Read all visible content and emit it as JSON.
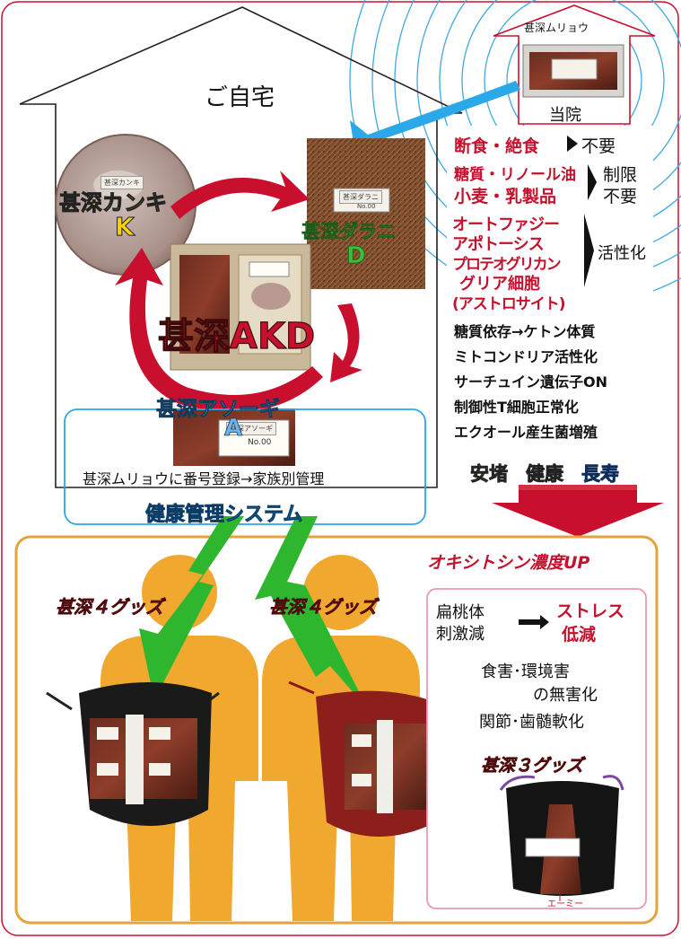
{
  "home": {
    "title": "ご自宅"
  },
  "clinic": {
    "device_label": "甚深ムリョウ",
    "name": "当院"
  },
  "goods": {
    "kanki": {
      "name": "甚深カンキ",
      "letter": "K",
      "tag": "甚深カンキ"
    },
    "darani": {
      "name": "甚深ダラニ",
      "letter": "D",
      "tag": "甚深ダラニ",
      "tag_no": "No.00"
    },
    "asogi": {
      "name": "甚深アソーギ",
      "letter": "A",
      "tag": "甚深アソーギ",
      "tag_no": "No.00"
    },
    "akd": "甚深AKD"
  },
  "registration": "甚深ムリョウに番号登録→家族別管理",
  "system": "健康管理システム",
  "benefits": {
    "fasting": {
      "text": "断食・絶食",
      "result": "不要"
    },
    "restriction": {
      "line1": "糖質・リノール油",
      "line2": "小麦・乳製品",
      "result_line1": "制限",
      "result_line2": "不要"
    },
    "activation": {
      "lines": [
        "オートファジー",
        "アポトーシス",
        "プロテオグリカン",
        "グリア細胞",
        "(アストロサイト)"
      ],
      "result": "活性化"
    },
    "effects": [
      "糖質依存→ケトン体質",
      "ミトコンドリア活性化",
      "サーチュイン遺伝子ON",
      "制御性T細胞正常化",
      "エクオール産生菌増殖"
    ]
  },
  "outcome": {
    "w1": "安堵",
    "w2": "健康",
    "w3": "長寿"
  },
  "family": {
    "oxytocin": "オキシトシン濃度UP",
    "goods4_left": "甚深４グッズ",
    "goods4_right": "甚深４グッズ",
    "stress_left_1": "扁桃体",
    "stress_left_2": "刺激減",
    "stress_right_1": "ストレス",
    "stress_right_2": "低減",
    "harm_1": "食害･環境害",
    "harm_2": "の無害化",
    "joint": "関節･歯髄軟化",
    "goods3": "甚深３グッズ",
    "emmy": "エーミー"
  },
  "colors": {
    "orange_frame": "#e6a33c",
    "figure": "#f0a92e",
    "red_arrow": "#c8102e",
    "green_arrow": "#2fb62f",
    "blue_arrow": "#2aa8e8",
    "pink_box": "#e89ab8",
    "text_red": "#c4122e"
  }
}
